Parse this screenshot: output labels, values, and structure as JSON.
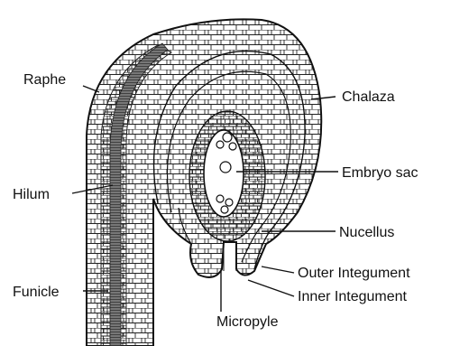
{
  "diagram": {
    "labels": {
      "raphe": "Raphe",
      "chalaza": "Chalaza",
      "embryo_sac": "Embryo sac",
      "hilum": "Hilum",
      "nucellus": "Nucellus",
      "funicle": "Funicle",
      "outer_integument": "Outer Integument",
      "inner_integument": "Inner Integument",
      "micropyle": "Micropyle"
    },
    "colors": {
      "ink": "#111111",
      "background": "#ffffff",
      "vascular": "#555555"
    }
  }
}
